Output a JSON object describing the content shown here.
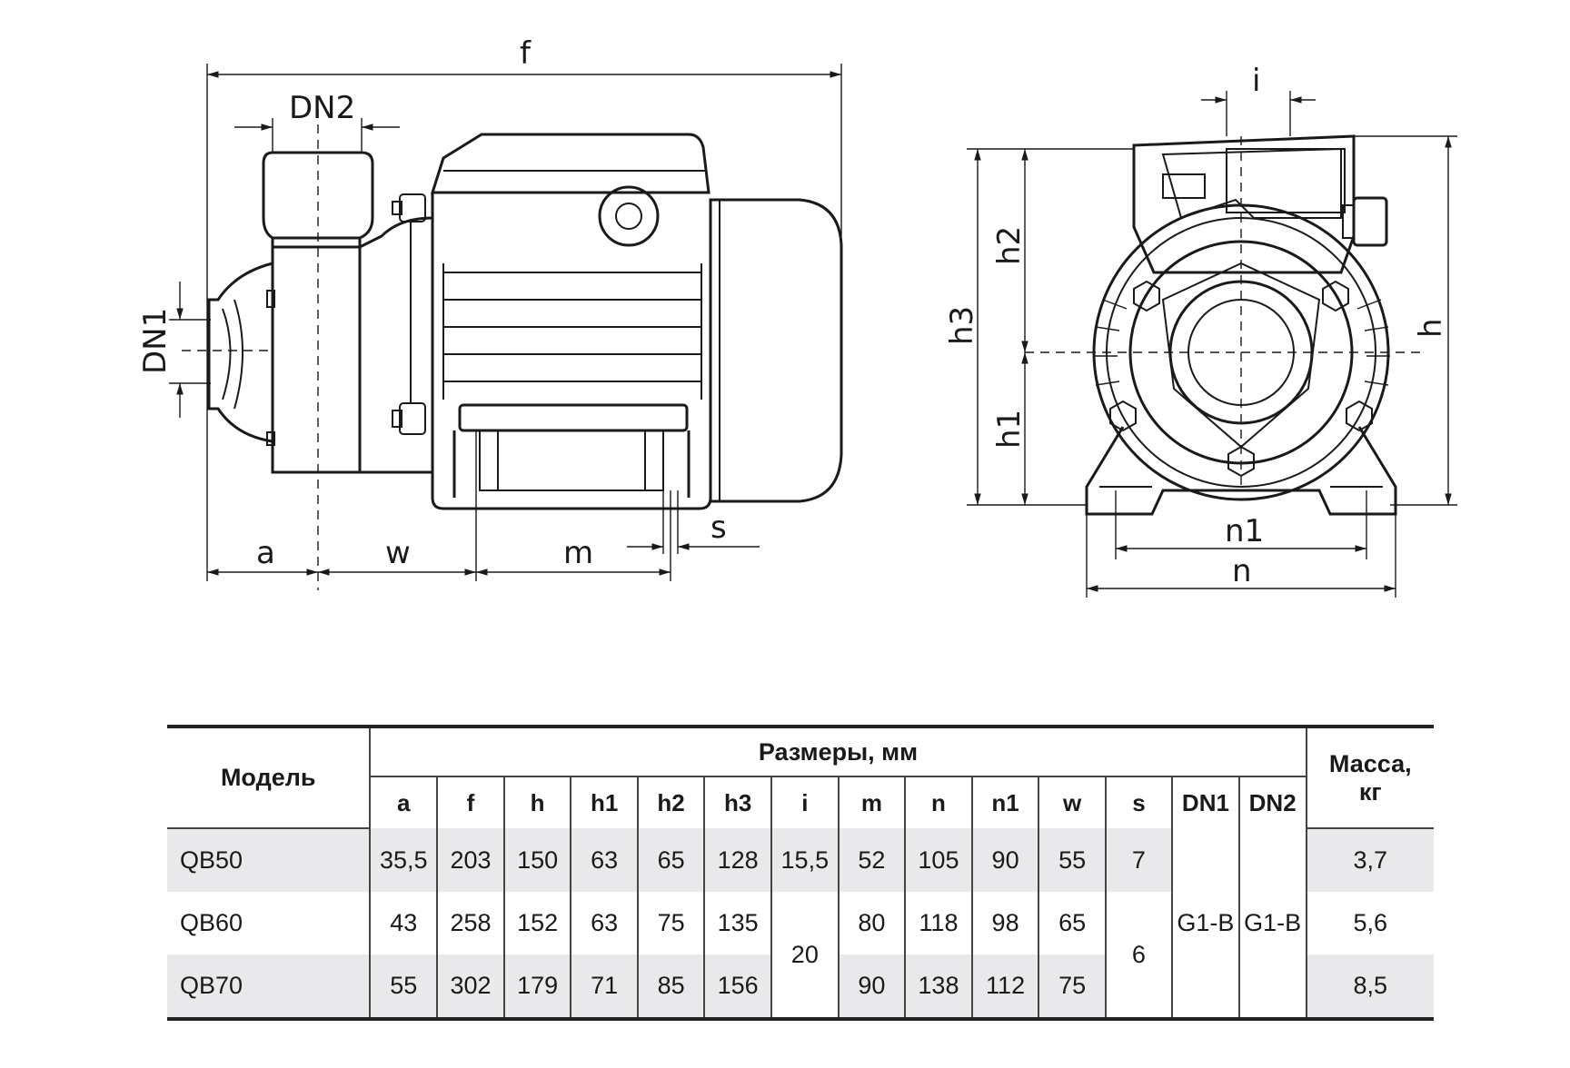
{
  "drawing": {
    "side_view": {
      "f": "f",
      "dn2": "DN2",
      "dn1": "DN1",
      "a": "a",
      "w": "w",
      "m": "m",
      "s": "s"
    },
    "front_view": {
      "i": "i",
      "h": "h",
      "h1": "h1",
      "h2": "h2",
      "h3": "h3",
      "n": "n",
      "n1": "n1"
    }
  },
  "table": {
    "model_header": "Модель",
    "group_header": "Размеры, мм",
    "mass_header_line1": "Масса,",
    "mass_header_line2": "кг",
    "columns": [
      "a",
      "f",
      "h",
      "h1",
      "h2",
      "h3",
      "i",
      "m",
      "n",
      "n1",
      "w",
      "s",
      "DN1",
      "DN2"
    ],
    "rows": [
      {
        "model": "QB50",
        "a": "35,5",
        "f": "203",
        "h": "150",
        "h1": "63",
        "h2": "65",
        "h3": "128",
        "i": "15,5",
        "m": "52",
        "n": "105",
        "n1": "90",
        "w": "55",
        "s": "7",
        "mass": "3,7"
      },
      {
        "model": "QB60",
        "a": "43",
        "f": "258",
        "h": "152",
        "h1": "63",
        "h2": "75",
        "h3": "135",
        "m": "80",
        "n": "118",
        "n1": "98",
        "w": "65",
        "mass": "5,6"
      },
      {
        "model": "QB70",
        "a": "55",
        "f": "302",
        "h": "179",
        "h1": "71",
        "h2": "85",
        "h3": "156",
        "m": "90",
        "n": "138",
        "n1": "112",
        "w": "75",
        "mass": "8,5"
      }
    ],
    "merged": {
      "i": "20",
      "s": "6",
      "dn1": "G1-B",
      "dn2": "G1-B"
    }
  },
  "colors": {
    "line": "#1a1a1a",
    "row_shade": "#e9e9ec"
  }
}
